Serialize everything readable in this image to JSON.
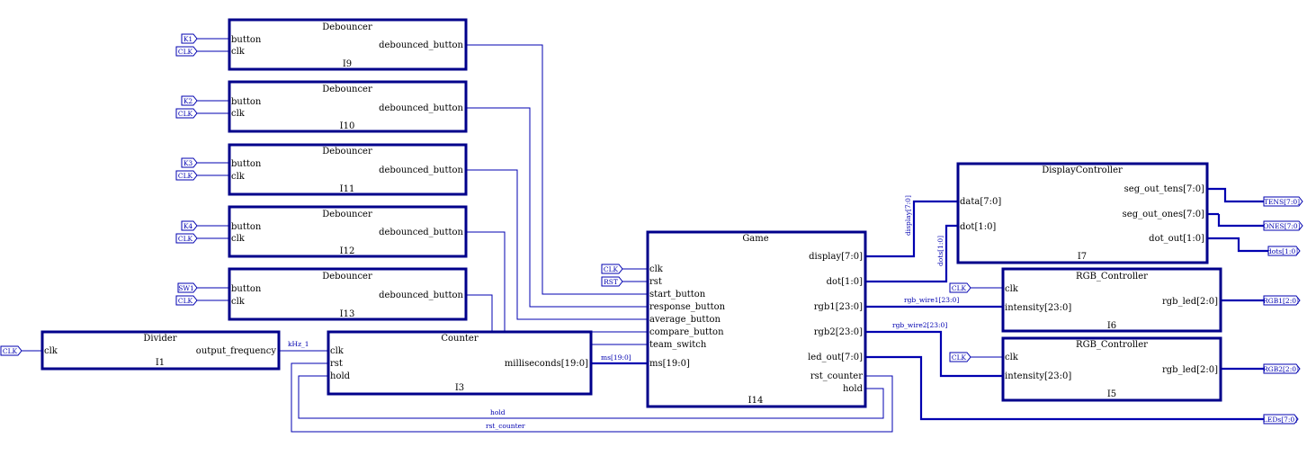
{
  "blocks": {
    "deb9": {
      "title": "Debouncer",
      "inst": "I9",
      "in1": "button",
      "in2": "clk",
      "out": "debounced_button"
    },
    "deb10": {
      "title": "Debouncer",
      "inst": "I10",
      "in1": "button",
      "in2": "clk",
      "out": "debounced_button"
    },
    "deb11": {
      "title": "Debouncer",
      "inst": "I11",
      "in1": "button",
      "in2": "clk",
      "out": "debounced_button"
    },
    "deb12": {
      "title": "Debouncer",
      "inst": "I12",
      "in1": "button",
      "in2": "clk",
      "out": "debounced_button"
    },
    "deb13": {
      "title": "Debouncer",
      "inst": "I13",
      "in1": "button",
      "in2": "clk",
      "out": "debounced_button"
    },
    "divider": {
      "title": "Divider",
      "inst": "I1",
      "in1": "clk",
      "out": "output_frequency"
    },
    "counter": {
      "title": "Counter",
      "inst": "I3",
      "in1": "clk",
      "in2": "rst",
      "in3": "hold",
      "out": "milliseconds[19:0]"
    },
    "game": {
      "title": "Game",
      "inst": "I14",
      "inputs": [
        "clk",
        "rst",
        "start_button",
        "response_button",
        "average_button",
        "compare_button",
        "team_switch",
        "ms[19:0]"
      ],
      "outputs": [
        "display[7:0]",
        "dot[1:0]",
        "rgb1[23:0]",
        "rgb2[23:0]",
        "led_out[7:0]",
        "rst_counter",
        "hold"
      ]
    },
    "display": {
      "title": "DisplayController",
      "inst": "I7",
      "in1": "data[7:0]",
      "in2": "dot[1:0]",
      "out1": "seg_out_tens[7:0]",
      "out2": "seg_out_ones[7:0]",
      "out3": "dot_out[1:0]"
    },
    "rgb6": {
      "title": "RGB_Controller",
      "inst": "I6",
      "in1": "clk",
      "in2": "intensity[23:0]",
      "out": "rgb_led[2:0]"
    },
    "rgb5": {
      "title": "RGB_Controller",
      "inst": "I5",
      "in1": "clk",
      "in2": "intensity[23:0]",
      "out": "rgb_led[2:0]"
    }
  },
  "ports": {
    "k1": "K1",
    "k2": "K2",
    "k3": "K3",
    "k4": "K4",
    "sw1": "SW1",
    "clk": "CLK",
    "rst": "RST",
    "tens": "TENS[7:0]",
    "ones": "ONES[7:0]",
    "dots": "dots[1:0]",
    "rgb1": "RGB1[2:0]",
    "rgb2": "RGB2[2:0]",
    "leds": "LEDs[7:0]"
  },
  "nets": {
    "khz": "kHz_1",
    "ms": "ms[19:0]",
    "display": "display[7:0]",
    "dots": "dots[1:0]",
    "rgb_wire1": "rgb_wire1[23:0]",
    "rgb_wire2": "rgb_wire2[23:0]",
    "hold": "hold",
    "rst_counter": "rst_counter"
  },
  "colors": {
    "block": "#00008b",
    "wire": "#0000b0",
    "background": "#ffffff"
  }
}
